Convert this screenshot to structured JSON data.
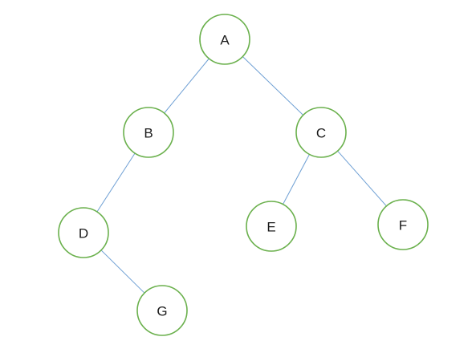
{
  "diagram": {
    "type": "binary-tree",
    "nodes": [
      {
        "id": "A",
        "label": "A"
      },
      {
        "id": "B",
        "label": "B"
      },
      {
        "id": "C",
        "label": "C"
      },
      {
        "id": "D",
        "label": "D"
      },
      {
        "id": "E",
        "label": "E"
      },
      {
        "id": "F",
        "label": "F"
      },
      {
        "id": "G",
        "label": "G"
      }
    ],
    "edges": [
      {
        "from": "A",
        "to": "B"
      },
      {
        "from": "A",
        "to": "C"
      },
      {
        "from": "B",
        "to": "D"
      },
      {
        "from": "C",
        "to": "E"
      },
      {
        "from": "C",
        "to": "F"
      },
      {
        "from": "D",
        "to": "G"
      }
    ],
    "colors": {
      "node_stroke": "#6ab04c",
      "edge_stroke": "#6fa0d4",
      "label": "#1a1a1a"
    }
  }
}
